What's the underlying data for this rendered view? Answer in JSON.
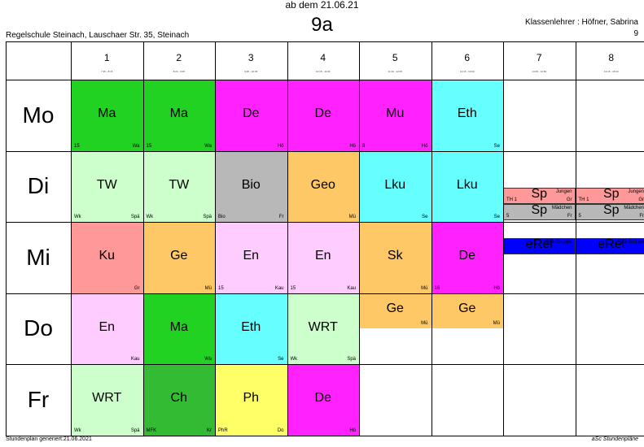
{
  "header": {
    "valid_from": "ab dem 21.06.21",
    "class_name": "9a",
    "school": "Regelschule Steinach, Lauschaer Str. 35, Steinach",
    "class_teacher": "Klassenlehrer : Höfner, Sabrina",
    "class_teacher_num": "9"
  },
  "periods": [
    {
      "num": "1",
      "time": "7:35 - 8:15"
    },
    {
      "num": "2",
      "time": "8:20 - 9:05"
    },
    {
      "num": "3",
      "time": "9:25 - 10:05"
    },
    {
      "num": "4",
      "time": "10:15 - 11:00"
    },
    {
      "num": "5",
      "time": "11:20 - 12:05"
    },
    {
      "num": "6",
      "time": "12:15 - 13:00"
    },
    {
      "num": "7",
      "time": "13:05 - 13:50"
    },
    {
      "num": "8",
      "time": "14:15 - 15:00"
    }
  ],
  "days": [
    "Mo",
    "Di",
    "Mi",
    "Do",
    "Fr"
  ],
  "lessons": [
    {
      "day": 0,
      "period": 0,
      "subject": "Ma",
      "room": "15",
      "teacher": "Wa",
      "color": "#22d222"
    },
    {
      "day": 0,
      "period": 1,
      "subject": "Ma",
      "room": "15",
      "teacher": "Wa",
      "color": "#22d222"
    },
    {
      "day": 0,
      "period": 2,
      "subject": "De",
      "room": "",
      "teacher": "Hö",
      "color": "#ff22ff"
    },
    {
      "day": 0,
      "period": 3,
      "subject": "De",
      "room": "",
      "teacher": "Hö",
      "color": "#ff22ff"
    },
    {
      "day": 0,
      "period": 4,
      "subject": "Mu",
      "room": "8",
      "teacher": "Hö",
      "color": "#ff22ff"
    },
    {
      "day": 0,
      "period": 5,
      "subject": "Eth",
      "room": "",
      "teacher": "Se",
      "color": "#66ffff"
    },
    {
      "day": 1,
      "period": 0,
      "subject": "TW",
      "room": "Wk",
      "teacher": "Spä",
      "color": "#ccffcc"
    },
    {
      "day": 1,
      "period": 1,
      "subject": "TW",
      "room": "Wk",
      "teacher": "Spä",
      "color": "#ccffcc"
    },
    {
      "day": 1,
      "period": 2,
      "subject": "Bio",
      "room": "Bio",
      "teacher": "Fr",
      "color": "#b8b8b8"
    },
    {
      "day": 1,
      "period": 3,
      "subject": "Geo",
      "room": "",
      "teacher": "Mü",
      "color": "#ffc866"
    },
    {
      "day": 1,
      "period": 4,
      "subject": "Lku",
      "room": "",
      "teacher": "Se",
      "color": "#66ffff"
    },
    {
      "day": 1,
      "period": 5,
      "subject": "Lku",
      "room": "",
      "teacher": "Se",
      "color": "#66ffff"
    },
    {
      "day": 2,
      "period": 0,
      "subject": "Ku",
      "room": "",
      "teacher": "Gr",
      "color": "#ff9999"
    },
    {
      "day": 2,
      "period": 1,
      "subject": "Ge",
      "room": "",
      "teacher": "Mü",
      "color": "#ffc866"
    },
    {
      "day": 2,
      "period": 2,
      "subject": "En",
      "room": "15",
      "teacher": "Kau",
      "color": "#ffccff"
    },
    {
      "day": 2,
      "period": 3,
      "subject": "En",
      "room": "15",
      "teacher": "Kau",
      "color": "#ffccff"
    },
    {
      "day": 2,
      "period": 4,
      "subject": "Sk",
      "room": "",
      "teacher": "Mü",
      "color": "#ffc866"
    },
    {
      "day": 2,
      "period": 5,
      "subject": "De",
      "room": "16",
      "teacher": "Hö",
      "color": "#ff22ff"
    },
    {
      "day": 3,
      "period": 0,
      "subject": "En",
      "room": "",
      "teacher": "Kau",
      "color": "#ffccff"
    },
    {
      "day": 3,
      "period": 1,
      "subject": "Ma",
      "room": "",
      "teacher": "Wa",
      "color": "#22d222"
    },
    {
      "day": 3,
      "period": 2,
      "subject": "Eth",
      "room": "",
      "teacher": "Se",
      "color": "#66ffff"
    },
    {
      "day": 3,
      "period": 3,
      "subject": "WRT",
      "room": "Wk",
      "teacher": "Spä",
      "color": "#ccffcc"
    },
    {
      "day": 4,
      "period": 0,
      "subject": "WRT",
      "room": "Wk",
      "teacher": "Spä",
      "color": "#ccffcc"
    },
    {
      "day": 4,
      "period": 1,
      "subject": "Ch",
      "room": "MFK",
      "teacher": "Kr",
      "color": "#33bb33"
    },
    {
      "day": 4,
      "period": 2,
      "subject": "Ph",
      "room": "PhR",
      "teacher": "Do",
      "color": "#ffff66"
    },
    {
      "day": 4,
      "period": 3,
      "subject": "De",
      "room": "",
      "teacher": "Hö",
      "color": "#ff22ff"
    }
  ],
  "short_lessons": [
    {
      "day": 3,
      "period": 4,
      "subject": "Ge",
      "teacher": "Mü",
      "color": "#ffc866"
    },
    {
      "day": 3,
      "period": 5,
      "subject": "Ge",
      "teacher": "Mü",
      "color": "#ffc866"
    }
  ],
  "split_lessons": [
    {
      "day": 1,
      "period": 6,
      "slot": 0,
      "subject": "Sp",
      "room": "TH 1",
      "teacher": "Gr",
      "group": "Jungen",
      "color": "#ff9999"
    },
    {
      "day": 1,
      "period": 6,
      "slot": 1,
      "subject": "Sp",
      "room": "5",
      "teacher": "Fr",
      "group": "Mädchen",
      "color": "#b8b8b8"
    },
    {
      "day": 1,
      "period": 7,
      "slot": 0,
      "subject": "Sp",
      "room": "TH 1",
      "teacher": "Gr",
      "group": "Jungen",
      "color": "#ff9999"
    },
    {
      "day": 1,
      "period": 7,
      "slot": 1,
      "subject": "Sp",
      "room": "5",
      "teacher": "Fr",
      "group": "Mädchen",
      "color": "#b8b8b8"
    },
    {
      "day": 2,
      "period": 6,
      "slot": 0,
      "subject": "eRel",
      "room": "",
      "teacher": "",
      "group": "Reli-Gruppe",
      "color": "#0000ff"
    },
    {
      "day": 2,
      "period": 7,
      "slot": 0,
      "subject": "eRel",
      "room": "",
      "teacher": "",
      "group": "Reli-Gruppe",
      "color": "#0000ff"
    }
  ],
  "footer": {
    "generated": "Stundenplan generiert:21.06.2021",
    "software": "aSc Stundenpläne"
  }
}
